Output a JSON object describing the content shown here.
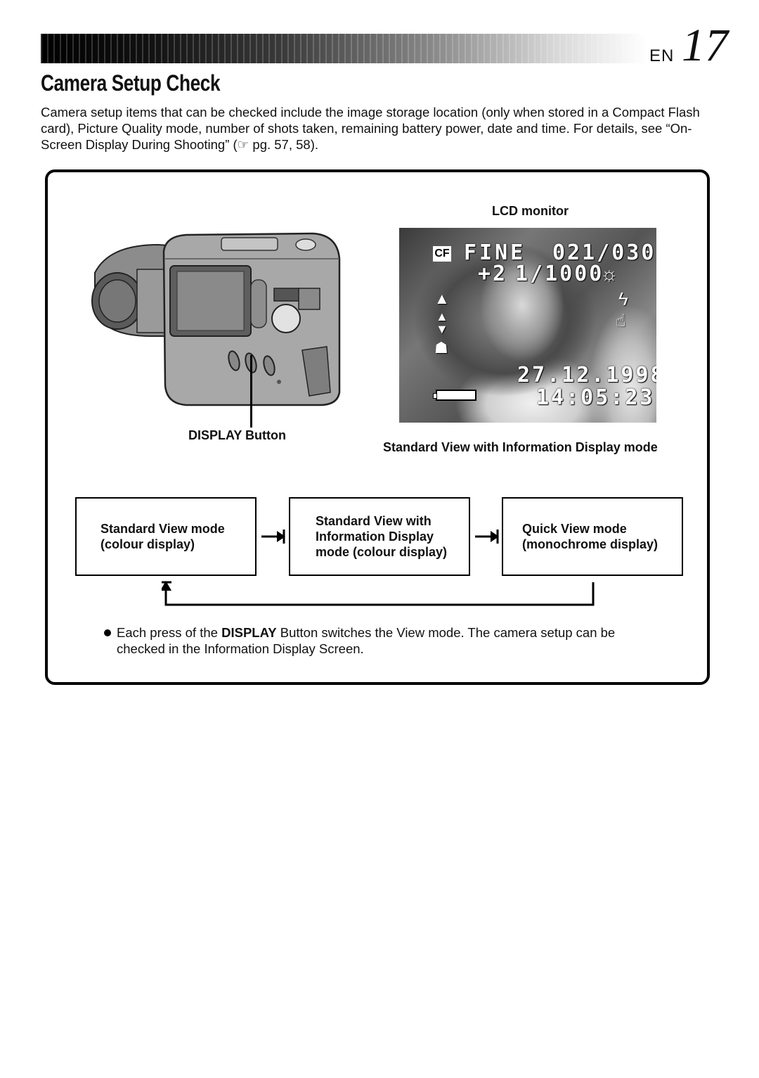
{
  "header": {
    "lang": "EN",
    "page_number": "17"
  },
  "title": "Camera Setup Check",
  "intro": "Camera setup items that can be checked include the image storage location (only when stored in a Compact Flash card), Picture Quality mode, number of shots taken, remaining battery power, date and time. For details, see “On-Screen Display During Shooting” (☞ pg. 57, 58).",
  "figure": {
    "button_label": "DISPLAY Button",
    "lcd_label": "LCD monitor",
    "lcd_caption": "Standard View with Information Display mode",
    "lcd_screen": {
      "storage": "CF",
      "quality": "FINE",
      "shots": "021/030",
      "exposure": "+2",
      "shutter": "1/1000",
      "date": "27.12.1998",
      "time": "14:05:23"
    }
  },
  "modes": [
    {
      "label": "Standard View mode\n(colour display)"
    },
    {
      "label": "Standard View with\nInformation Display\nmode (colour display)"
    },
    {
      "label": "Quick View mode\n(monochrome display)"
    }
  ],
  "note": {
    "prefix": "Each press of the ",
    "emphasis": "DISPLAY",
    "suffix": " Button switches the View mode. The camera setup can be checked in the Information Display Screen."
  }
}
